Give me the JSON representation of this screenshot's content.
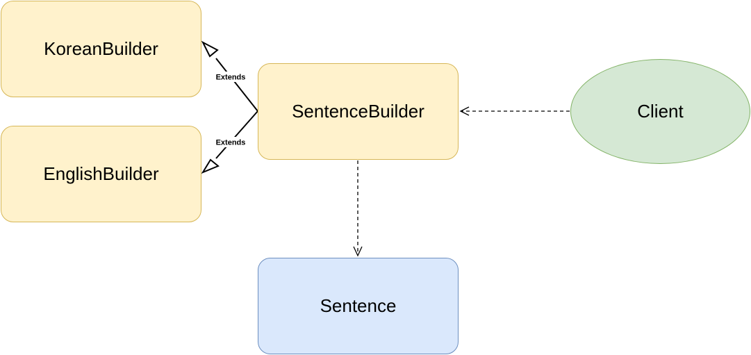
{
  "nodes": {
    "korean_builder": "KoreanBuilder",
    "english_builder": "EnglishBuilder",
    "sentence_builder": "SentenceBuilder",
    "sentence": "Sentence",
    "client": "Client"
  },
  "edges": {
    "korean_extends_label": "Extends",
    "english_extends_label": "Extends"
  },
  "colors": {
    "builder_fill": "#fff2cc",
    "builder_stroke": "#d6b656",
    "sentence_fill": "#dae8fc",
    "sentence_stroke": "#6c8ebf",
    "client_fill": "#d5e8d4",
    "client_stroke": "#82b366"
  }
}
